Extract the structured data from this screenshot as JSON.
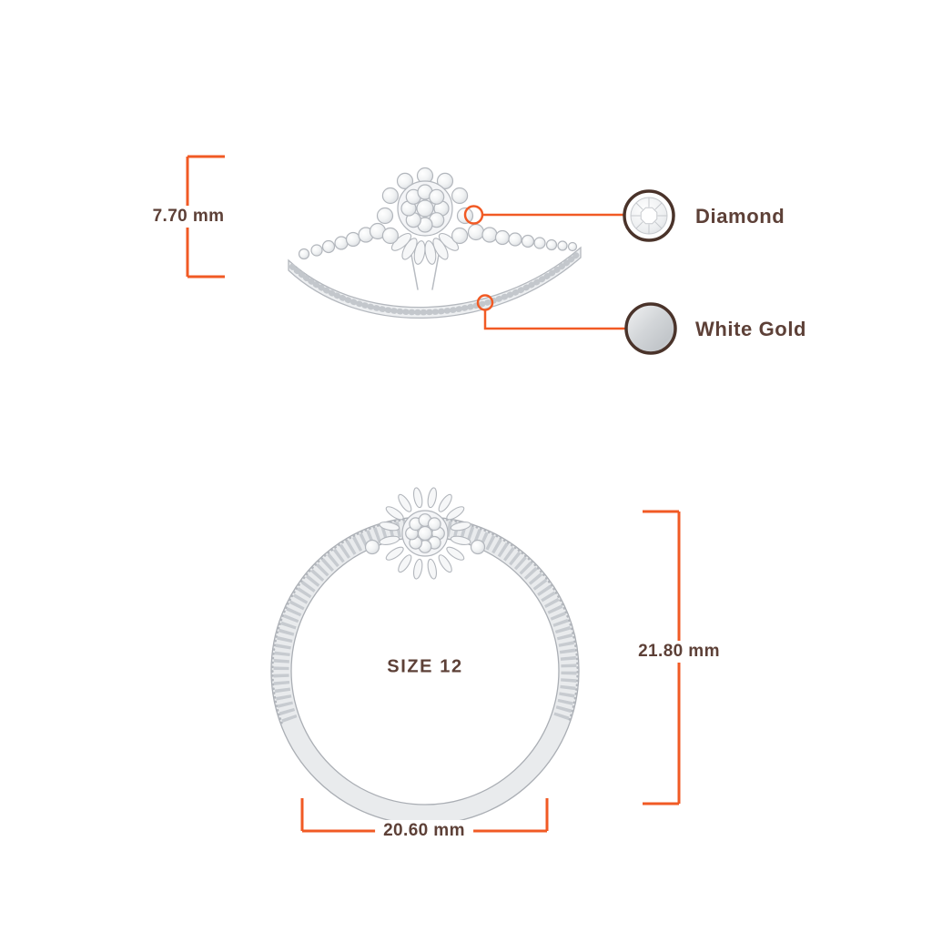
{
  "colors": {
    "dimension_line": "#F15A24",
    "label_text": "#5D4037",
    "swatch_border": "#4A332A",
    "metal_fill": "#E9EBED",
    "metal_edge": "#AAAEB4"
  },
  "side_view": {
    "height_dimension": "7.70 mm",
    "callouts": [
      {
        "label": "Diamond",
        "icon": "diamond-swatch-icon"
      },
      {
        "label": "White Gold",
        "icon": "white-gold-swatch-icon"
      }
    ]
  },
  "front_view": {
    "size_label": "SIZE 12",
    "height_dimension": "21.80 mm",
    "width_dimension": "20.60 mm"
  }
}
